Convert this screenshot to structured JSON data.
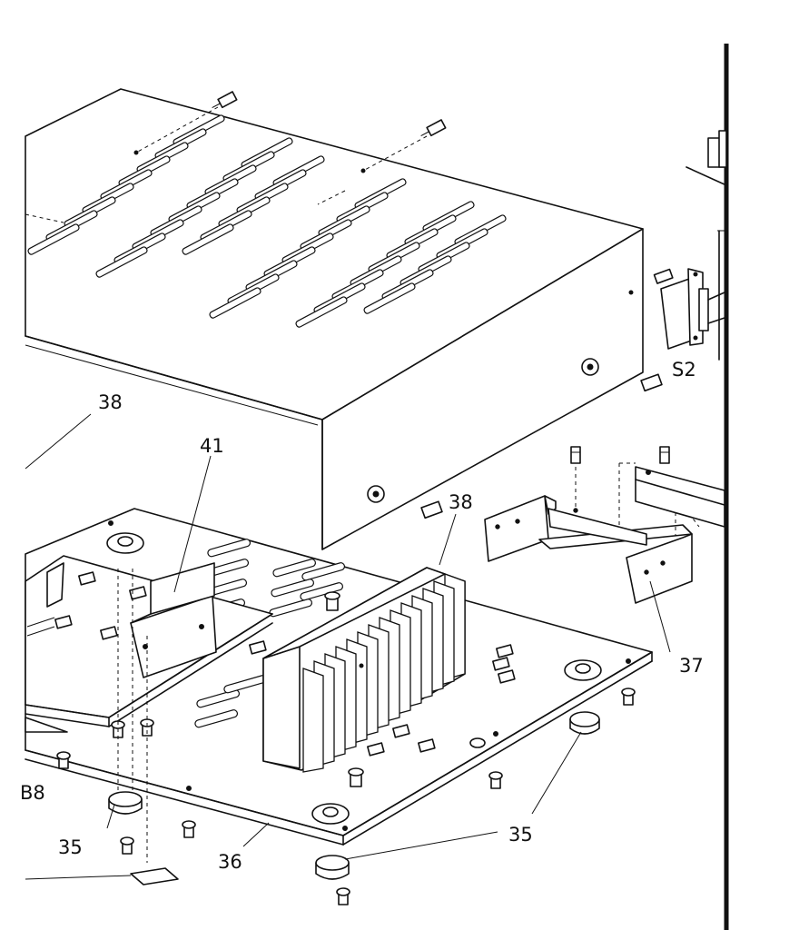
{
  "labels": {
    "cover": "38",
    "heatsink": "38",
    "bracket_left": "41",
    "switch": "S2",
    "bracket_right": "37",
    "foot_left": "35",
    "foot_right": "35",
    "chassis": "36",
    "edge_ref": "B8"
  }
}
